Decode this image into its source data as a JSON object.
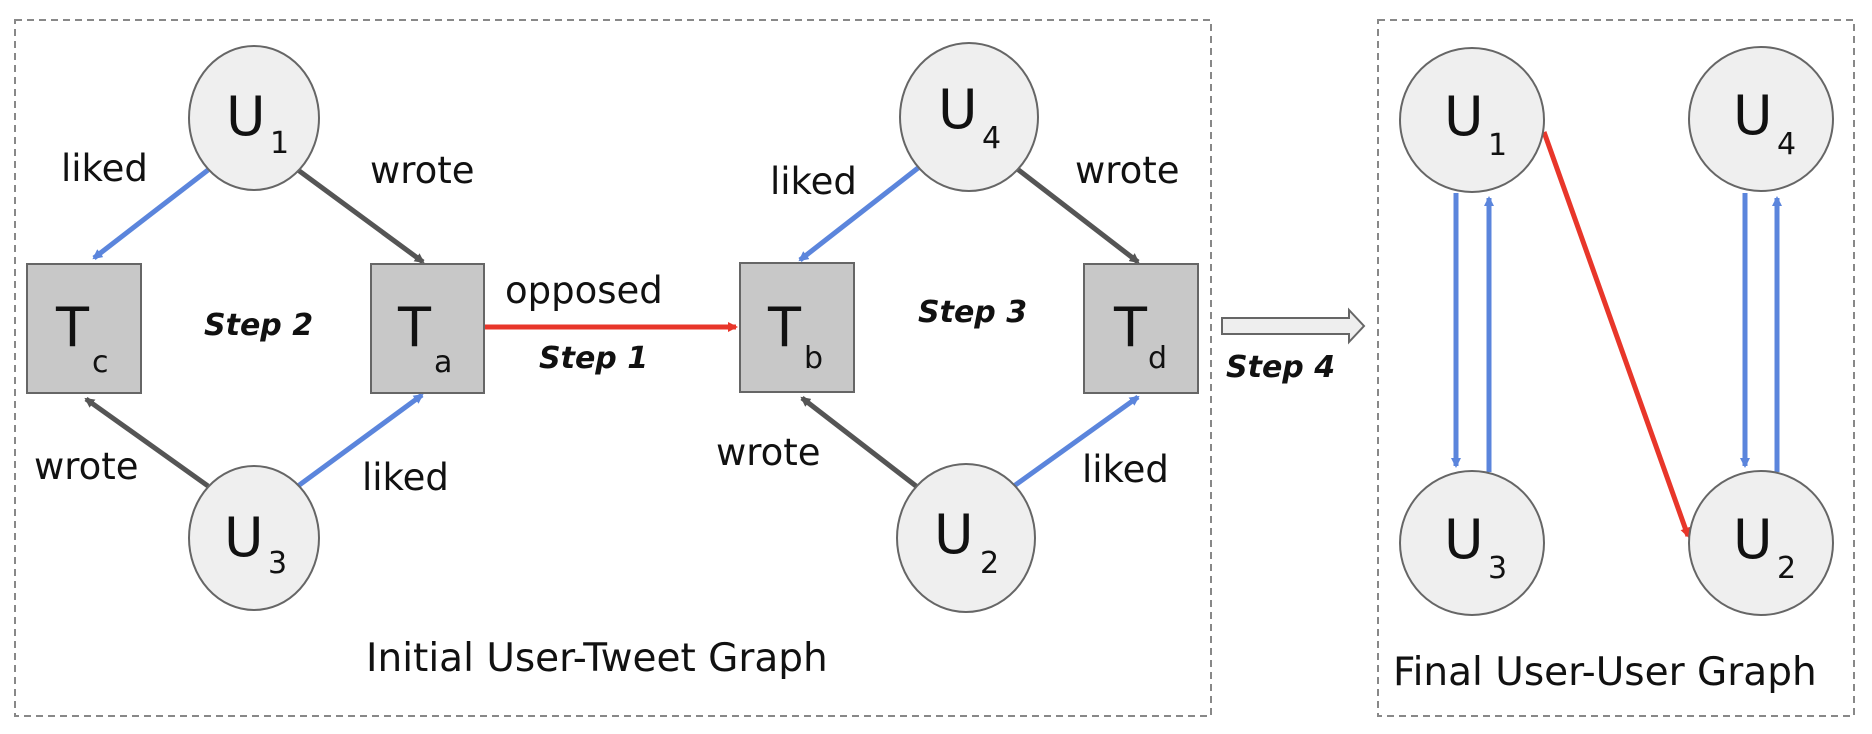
{
  "panels": {
    "initial": {
      "caption": "Initial User-Tweet Graph"
    },
    "final": {
      "caption": "Final User-User Graph"
    }
  },
  "nodes": {
    "U1": {
      "main": "U",
      "sub": "1"
    },
    "U2": {
      "main": "U",
      "sub": "2"
    },
    "U3": {
      "main": "U",
      "sub": "3"
    },
    "U4": {
      "main": "U",
      "sub": "4"
    },
    "Ta": {
      "main": "T",
      "sub": "a"
    },
    "Tb": {
      "main": "T",
      "sub": "b"
    },
    "Tc": {
      "main": "T",
      "sub": "c"
    },
    "Td": {
      "main": "T",
      "sub": "d"
    }
  },
  "edge_labels": {
    "u1_tc": "liked",
    "u1_ta": "wrote",
    "u3_tc": "wrote",
    "u3_ta": "liked",
    "ta_tb": "opposed",
    "u4_tb": "liked",
    "u4_td": "wrote",
    "u2_tb": "wrote",
    "u2_td": "liked"
  },
  "steps": {
    "step1": "Step 1",
    "step2": "Step 2",
    "step3": "Step 3",
    "step4": "Step 4"
  },
  "colors": {
    "liked": "#5b85dc",
    "wrote": "#555555",
    "opposed": "#e8362a",
    "user_node_fill": "#efefef",
    "tweet_node_fill": "#c8c8c8",
    "node_stroke": "#666666",
    "panel_border": "#888888"
  }
}
